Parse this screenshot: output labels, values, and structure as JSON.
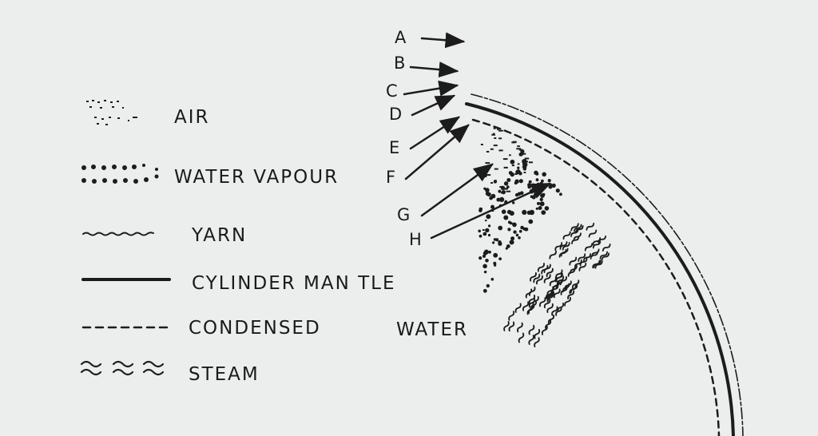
{
  "legend": {
    "air": "AIR",
    "water_vapour": "WATER VAPOUR",
    "yarn": "YARN",
    "cylinder_mantle": "CYLINDER MAN TLE",
    "condensed_water_1": "CONDENSED",
    "condensed_water_2": "WATER",
    "steam": "STEAM"
  },
  "layer_labels": [
    "A",
    "B",
    "C",
    "D",
    "E",
    "F",
    "G",
    "H"
  ],
  "colors": {
    "background": "#eceded",
    "ink": "#1c1c1c"
  }
}
